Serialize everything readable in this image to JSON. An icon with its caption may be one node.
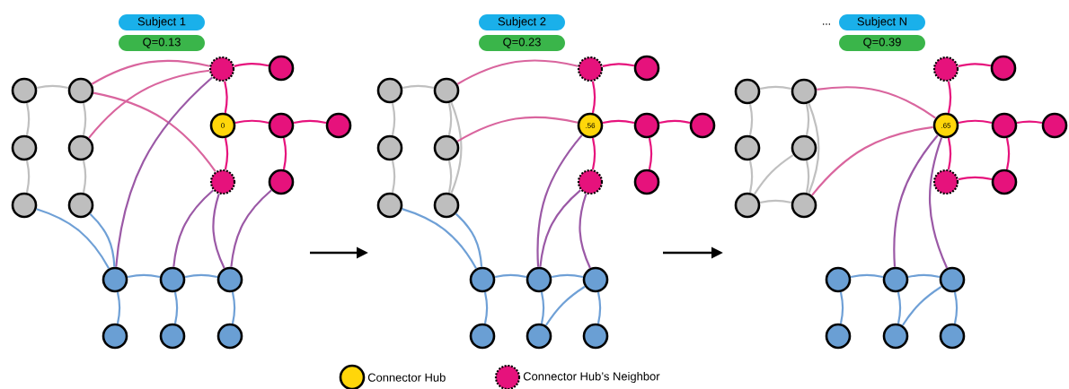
{
  "diagram": {
    "nodes": [
      {
        "text": [
          "Subject 1"
        ]
      },
      {
        "text": [
          "Q=0.13"
        ]
      },
      {
        "text": [],
        "shape": "circle"
      },
      {
        "text": [],
        "shape": "circle"
      },
      {
        "text": [],
        "shape": "circle"
      },
      {
        "text": [],
        "shape": "circle"
      },
      {
        "text": [],
        "shape": "circle"
      },
      {
        "text": [],
        "shape": "circle"
      },
      {
        "text": [],
        "shape": "circle"
      },
      {
        "text": [],
        "shape": "circle"
      },
      {
        "text": [
          "0"
        ]
      },
      {
        "text": [],
        "shape": "circle"
      },
      {
        "text": [],
        "shape": "circle"
      },
      {
        "text": [],
        "shape": "circle"
      },
      {
        "text": [],
        "shape": "circle"
      },
      {
        "text": [],
        "shape": "circle"
      },
      {
        "text": [],
        "shape": "circle"
      },
      {
        "text": [],
        "shape": "circle"
      },
      {
        "text": [],
        "shape": "circle"
      },
      {
        "text": [],
        "shape": "circle"
      },
      {
        "text": [],
        "shape": "circle"
      },
      {
        "text": [
          "Subject 2"
        ]
      },
      {
        "text": [
          "Q=0.23"
        ]
      },
      {
        "text": [],
        "shape": "circle"
      },
      {
        "text": [],
        "shape": "circle"
      },
      {
        "text": [],
        "shape": "circle"
      },
      {
        "text": [],
        "shape": "circle"
      },
      {
        "text": [],
        "shape": "circle"
      },
      {
        "text": [],
        "shape": "circle"
      },
      {
        "text": [],
        "shape": "circle"
      },
      {
        "text": [],
        "shape": "circle"
      },
      {
        "text": [
          ".56"
        ]
      },
      {
        "text": [],
        "shape": "circle"
      },
      {
        "text": [],
        "shape": "circle"
      },
      {
        "text": [],
        "shape": "circle"
      },
      {
        "text": [],
        "shape": "circle"
      },
      {
        "text": [],
        "shape": "circle"
      },
      {
        "text": [],
        "shape": "circle"
      },
      {
        "text": [],
        "shape": "circle"
      },
      {
        "text": [],
        "shape": "circle"
      },
      {
        "text": [],
        "shape": "circle"
      },
      {
        "text": [],
        "shape": "circle"
      },
      {
        "text": [
          "Subject N"
        ]
      },
      {
        "text": [
          "Q=0.39"
        ]
      },
      {
        "text": [],
        "shape": "circle"
      },
      {
        "text": [],
        "shape": "circle"
      },
      {
        "text": [],
        "shape": "circle"
      },
      {
        "text": [],
        "shape": "circle"
      },
      {
        "text": [],
        "shape": "circle"
      },
      {
        "text": [],
        "shape": "circle"
      },
      {
        "text": [],
        "shape": "circle"
      },
      {
        "text": [],
        "shape": "circle"
      },
      {
        "text": [
          ".65"
        ]
      },
      {
        "text": [],
        "shape": "circle"
      },
      {
        "text": [],
        "shape": "circle"
      },
      {
        "text": [],
        "shape": "circle"
      },
      {
        "text": [],
        "shape": "circle"
      },
      {
        "text": [],
        "shape": "circle"
      },
      {
        "text": [],
        "shape": "circle"
      },
      {
        "text": [],
        "shape": "circle"
      },
      {
        "text": [],
        "shape": "circle"
      },
      {
        "text": [],
        "shape": "circle"
      },
      {
        "text": [],
        "shape": "circle"
      }
    ],
    "edges": [
      {
        "from": 2,
        "to": 3,
        "arrow": "none",
        "color": "#c0c0c0"
      },
      {
        "from": 2,
        "to": 4,
        "arrow": "none",
        "color": "#c0c0c0"
      },
      {
        "from": 4,
        "to": 6,
        "arrow": "none",
        "color": "#c0c0c0"
      },
      {
        "from": 3,
        "to": 5,
        "arrow": "none",
        "color": "#c0c0c0"
      },
      {
        "from": 5,
        "to": 7,
        "arrow": "none",
        "color": "#c0c0c0"
      },
      {
        "from": 3,
        "to": 8,
        "arrow": "none",
        "color": "#d9659e"
      },
      {
        "from": 5,
        "to": 8,
        "arrow": "none",
        "color": "#d9659e"
      },
      {
        "from": 3,
        "to": 13,
        "arrow": "none",
        "color": "#d9659e"
      },
      {
        "from": 8,
        "to": 9,
        "arrow": "none",
        "color": "#e6127c"
      },
      {
        "from": 8,
        "to": 10,
        "arrow": "none",
        "color": "#e6127c"
      },
      {
        "from": 10,
        "to": 11,
        "arrow": "none",
        "color": "#e6127c"
      },
      {
        "from": 11,
        "to": 12,
        "arrow": "none",
        "color": "#e6127c"
      },
      {
        "from": 10,
        "to": 13,
        "arrow": "none",
        "color": "#e6127c"
      },
      {
        "from": 11,
        "to": 14,
        "arrow": "none",
        "color": "#e6127c"
      },
      {
        "from": 15,
        "to": 8,
        "arrow": "none",
        "color": "#9b59a6"
      },
      {
        "from": 16,
        "to": 13,
        "arrow": "none",
        "color": "#9b59a6"
      },
      {
        "from": 17,
        "to": 13,
        "arrow": "none",
        "color": "#9b59a6"
      },
      {
        "from": 17,
        "to": 14,
        "arrow": "none",
        "color": "#9b59a6"
      },
      {
        "from": 6,
        "to": 15,
        "arrow": "none"
      },
      {
        "from": 7,
        "to": 15,
        "arrow": "none"
      },
      {
        "from": 15,
        "to": 16,
        "arrow": "none"
      },
      {
        "from": 16,
        "to": 17,
        "arrow": "none"
      },
      {
        "from": 15,
        "to": 18,
        "arrow": "none"
      },
      {
        "from": 16,
        "to": 19,
        "arrow": "none"
      },
      {
        "from": 17,
        "to": 20,
        "arrow": "none"
      },
      {
        "from": 23,
        "to": 24,
        "arrow": "none",
        "color": "#c0c0c0"
      },
      {
        "from": 23,
        "to": 25,
        "arrow": "none",
        "color": "#c0c0c0"
      },
      {
        "from": 25,
        "to": 27,
        "arrow": "none",
        "color": "#c0c0c0"
      },
      {
        "from": 24,
        "to": 26,
        "arrow": "none",
        "color": "#c0c0c0"
      },
      {
        "from": 26,
        "to": 28,
        "arrow": "none",
        "color": "#c0c0c0"
      },
      {
        "from": 24,
        "to": 28,
        "arrow": "none",
        "color": "#c0c0c0"
      },
      {
        "from": 24,
        "to": 29,
        "arrow": "none",
        "color": "#d9659e"
      },
      {
        "from": 26,
        "to": 31,
        "arrow": "none",
        "color": "#d9659e"
      },
      {
        "from": 29,
        "to": 30,
        "arrow": "none",
        "color": "#e6127c"
      },
      {
        "from": 29,
        "to": 31,
        "arrow": "none",
        "color": "#e6127c"
      },
      {
        "from": 31,
        "to": 32,
        "arrow": "none",
        "color": "#e6127c"
      },
      {
        "from": 32,
        "to": 33,
        "arrow": "none",
        "color": "#e6127c"
      },
      {
        "from": 31,
        "to": 34,
        "arrow": "none",
        "color": "#e6127c"
      },
      {
        "from": 32,
        "to": 35,
        "arrow": "none",
        "color": "#e6127c"
      },
      {
        "from": 37,
        "to": 31,
        "arrow": "none",
        "color": "#9b59a6"
      },
      {
        "from": 37,
        "to": 34,
        "arrow": "none",
        "color": "#9b59a6"
      },
      {
        "from": 38,
        "to": 34,
        "arrow": "none",
        "color": "#9b59a6"
      },
      {
        "from": 27,
        "to": 36,
        "arrow": "none"
      },
      {
        "from": 28,
        "to": 36,
        "arrow": "none"
      },
      {
        "from": 36,
        "to": 37,
        "arrow": "none"
      },
      {
        "from": 37,
        "to": 38,
        "arrow": "none"
      },
      {
        "from": 36,
        "to": 39,
        "arrow": "none"
      },
      {
        "from": 37,
        "to": 40,
        "arrow": "none"
      },
      {
        "from": 38,
        "to": 41,
        "arrow": "none"
      },
      {
        "from": 40,
        "to": 38,
        "arrow": "none"
      },
      {
        "from": 44,
        "to": 45,
        "arrow": "none",
        "color": "#c0c0c0"
      },
      {
        "from": 44,
        "to": 46,
        "arrow": "none",
        "color": "#c0c0c0"
      },
      {
        "from": 46,
        "to": 48,
        "arrow": "none",
        "color": "#c0c0c0"
      },
      {
        "from": 45,
        "to": 47,
        "arrow": "none",
        "color": "#c0c0c0"
      },
      {
        "from": 47,
        "to": 49,
        "arrow": "none",
        "color": "#c0c0c0"
      },
      {
        "from": 48,
        "to": 49,
        "arrow": "none",
        "color": "#c0c0c0"
      },
      {
        "from": 48,
        "to": 47,
        "arrow": "none",
        "color": "#c0c0c0"
      },
      {
        "from": 45,
        "to": 49,
        "arrow": "none",
        "color": "#c0c0c0"
      },
      {
        "from": 45,
        "to": 52,
        "arrow": "none",
        "color": "#d9659e"
      },
      {
        "from": 49,
        "to": 52,
        "arrow": "none",
        "color": "#d9659e"
      },
      {
        "from": 50,
        "to": 51,
        "arrow": "none",
        "color": "#e6127c"
      },
      {
        "from": 50,
        "to": 52,
        "arrow": "none",
        "color": "#e6127c"
      },
      {
        "from": 52,
        "to": 53,
        "arrow": "none",
        "color": "#e6127c"
      },
      {
        "from": 53,
        "to": 54,
        "arrow": "none",
        "color": "#e6127c"
      },
      {
        "from": 52,
        "to": 55,
        "arrow": "none",
        "color": "#e6127c"
      },
      {
        "from": 55,
        "to": 56,
        "arrow": "none",
        "color": "#e6127c"
      },
      {
        "from": 53,
        "to": 56,
        "arrow": "none",
        "color": "#e6127c"
      },
      {
        "from": 58,
        "to": 52,
        "arrow": "none",
        "color": "#9b59a6"
      },
      {
        "from": 59,
        "to": 52,
        "arrow": "none",
        "color": "#9b59a6"
      },
      {
        "from": 57,
        "to": 58,
        "arrow": "none"
      },
      {
        "from": 58,
        "to": 59,
        "arrow": "none"
      },
      {
        "from": 57,
        "to": 60,
        "arrow": "none"
      },
      {
        "from": 58,
        "to": 61,
        "arrow": "none"
      },
      {
        "from": 59,
        "to": 62,
        "arrow": "none"
      },
      {
        "from": 61,
        "to": 59,
        "arrow": "none"
      }
    ],
    "labels": [
      "..."
    ],
    "legend": [
      {
        "text": "Connector Hub",
        "color": "#ffd60a"
      },
      {
        "text": "Connector Hub’s Neighbor",
        "color": "#e6127c"
      }
    ]
  }
}
